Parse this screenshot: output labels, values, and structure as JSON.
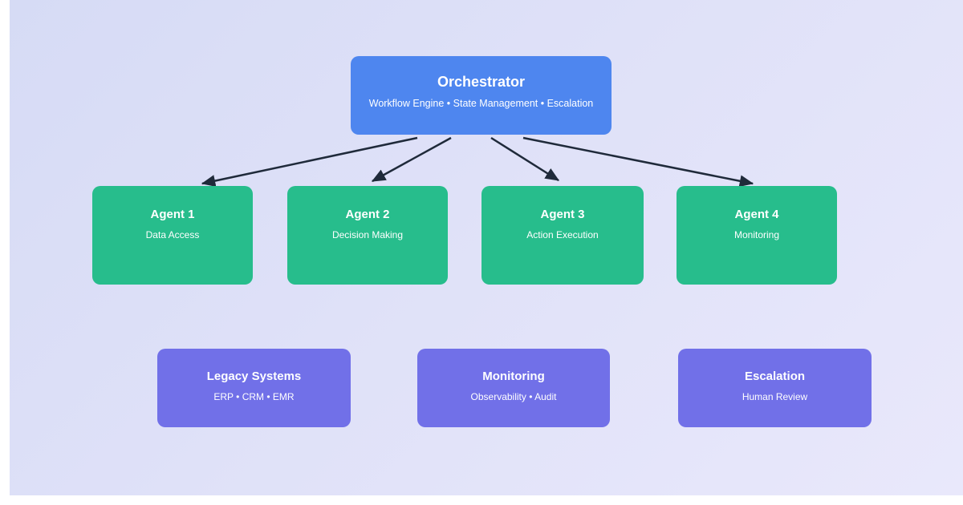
{
  "diagram": {
    "orchestrator": {
      "title": "Orchestrator",
      "subtitle": "Workflow Engine • State Management • Escalation"
    },
    "agents": [
      {
        "title": "Agent 1",
        "subtitle": "Data Access"
      },
      {
        "title": "Agent 2",
        "subtitle": "Decision Making"
      },
      {
        "title": "Agent 3",
        "subtitle": "Action Execution"
      },
      {
        "title": "Agent 4",
        "subtitle": "Monitoring"
      }
    ],
    "systems": [
      {
        "title": "Legacy Systems",
        "subtitle": "ERP • CRM • EMR"
      },
      {
        "title": "Monitoring",
        "subtitle": "Observability • Audit"
      },
      {
        "title": "Escalation",
        "subtitle": "Human Review"
      }
    ],
    "edges": [
      {
        "from": "Orchestrator",
        "to": "Agent 1"
      },
      {
        "from": "Orchestrator",
        "to": "Agent 2"
      },
      {
        "from": "Orchestrator",
        "to": "Agent 3"
      },
      {
        "from": "Orchestrator",
        "to": "Agent 4"
      }
    ],
    "colors": {
      "orchestrator": "#4e86ef",
      "agent": "#27bd8c",
      "system": "#7170e8",
      "arrow": "#1f2a3a",
      "text": "#ffffff"
    }
  }
}
